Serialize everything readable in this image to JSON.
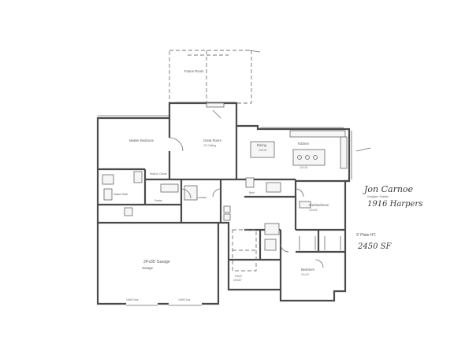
{
  "title_block": {
    "owner": "Jon Carnoe",
    "role": "Designer / Builder",
    "address": "1916 Harpers"
  },
  "notes": {
    "wall_height": "9' Plate HT.",
    "square_feet": "2450 SF"
  },
  "rooms": {
    "future_room": "Future Room",
    "master_bedroom": "Master Bedroom",
    "great_room": "Great Room",
    "dining": "Dining",
    "kitchen": "Kitchen",
    "garage": "Garage",
    "bedroom_2": "2nd Bedroom",
    "bedroom_3": "Bedroom",
    "master_bath": "Master Bath",
    "walk_in_closet": "Walk-in Closet",
    "laundry": "Laundry",
    "pantry": "Pantry",
    "bath": "Bath",
    "porch": "Porch"
  },
  "dimensions": {
    "garage_dim": "24'x35' Garage",
    "great_room_ceiling": "12' Ceiling",
    "dining_dim": "13'x14'",
    "kitchen_dim": "12'x14'",
    "bed2_dim": "12'x13'",
    "bed3_dim": "11'x12'",
    "garage_door_1": "16x8 Door",
    "garage_door_2": "10x8 Door",
    "porch_dim": "10'x22'"
  }
}
